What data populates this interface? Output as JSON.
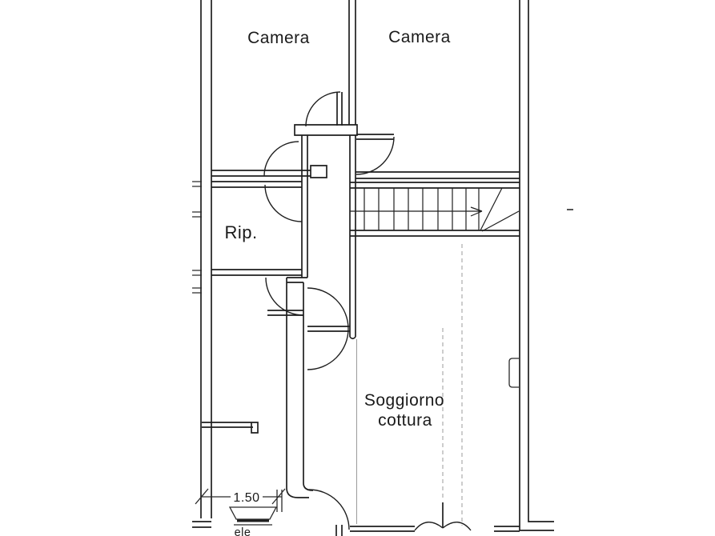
{
  "document": {
    "type": "architectural floor plan scan",
    "language": "Italian"
  },
  "colors": {
    "ink": "#1f1f1f",
    "faint": "#9b9b9b",
    "background": "#ffffff"
  },
  "rooms": {
    "camera_left": {
      "label": "Camera"
    },
    "camera_right": {
      "label": "Camera"
    },
    "ripostiglio": {
      "label": "Rip."
    },
    "soggiorno": {
      "line1": "Soggiorno",
      "line2": "cottura"
    }
  },
  "dimension": {
    "value": "1.50"
  },
  "partial_text_bottom": "ele",
  "stairs": {
    "treads": 9,
    "winder_steps": 2,
    "direction_arrow": true
  }
}
